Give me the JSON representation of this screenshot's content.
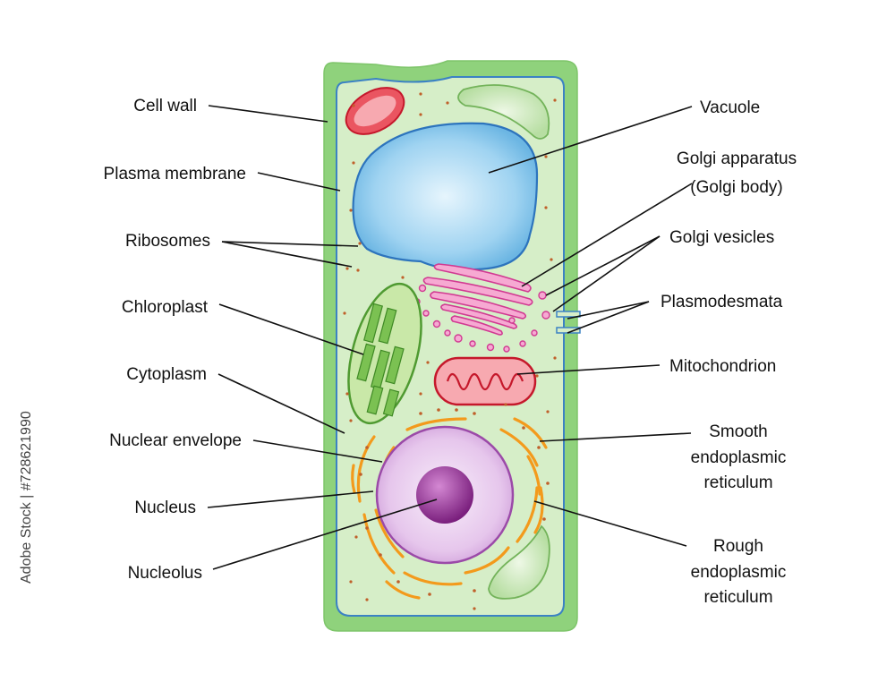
{
  "labels_left": {
    "cell_wall": "Cell wall",
    "plasma_membrane": "Plasma membrane",
    "ribosomes": "Ribosomes",
    "chloroplast": "Chloroplast",
    "cytoplasm": "Cytoplasm",
    "nuclear_envelope": "Nuclear envelope",
    "nucleus": "Nucleus",
    "nucleolus": "Nucleolus"
  },
  "labels_right": {
    "vacuole": "Vacuole",
    "golgi_apparatus_line1": "Golgi apparatus",
    "golgi_apparatus_line2": "(Golgi body)",
    "golgi_vesicles": "Golgi vesicles",
    "plasmodesmata": "Plasmodesmata",
    "mitochondrion": "Mitochondrion",
    "smooth_er_line1": "Smooth",
    "smooth_er_line2": "endoplasmic",
    "smooth_er_line3": "reticulum",
    "rough_er_line1": "Rough",
    "rough_er_line2": "endoplasmic",
    "rough_er_line3": "reticulum"
  },
  "watermark": "Adobe Stock | #728621990",
  "colors": {
    "cell_wall": "#8fd27c",
    "cytoplasm": "#d6eec8",
    "membrane": "#3b82c4",
    "vacuole": "#7cc3ec",
    "golgi": "#e34fa6",
    "mitochondrion": "#e0283e",
    "chloroplast": "#5ca93a",
    "nucleus": "#dcb3e3",
    "nucleolus": "#8e2a8e",
    "er": "#f39a1c",
    "ribosome": "#c0602a"
  }
}
